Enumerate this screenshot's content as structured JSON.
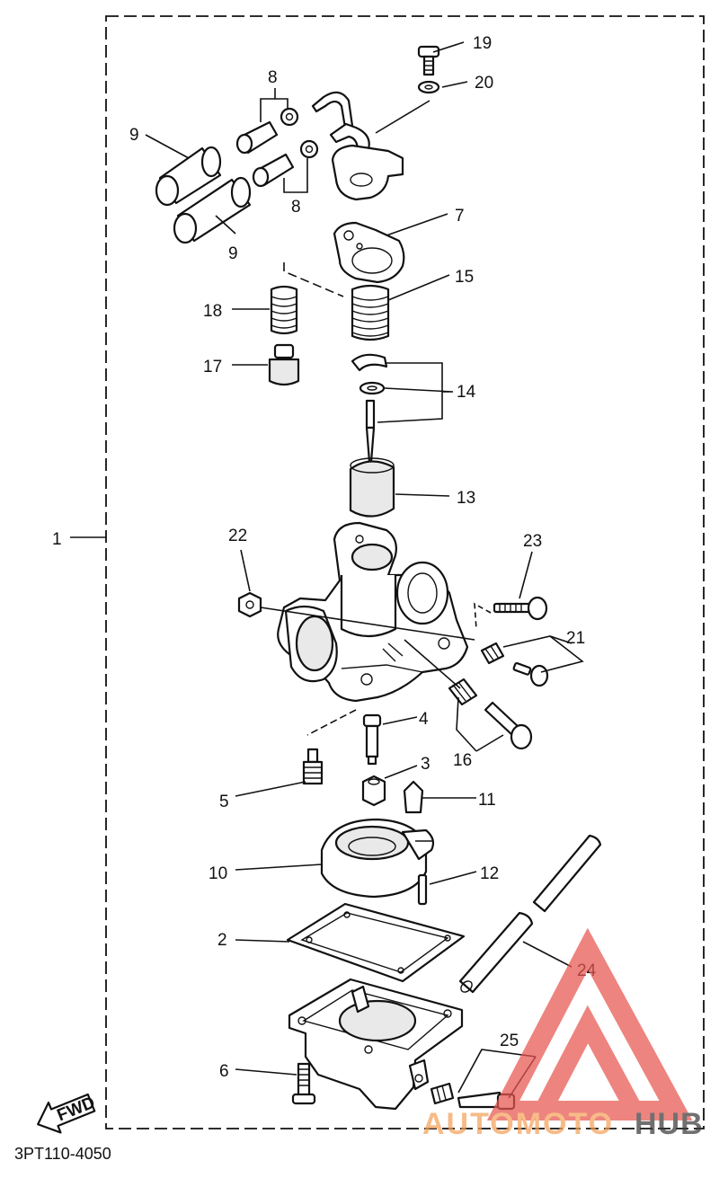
{
  "diagram": {
    "part_code": "3PT110-4050",
    "fwd_label": "FWD",
    "watermark": {
      "text_auto": "AUTOMOTO",
      "text_hub": "HUB",
      "color_red": "#e8564f",
      "color_orange": "#f5a25a",
      "color_gray": "#3a3a3a"
    },
    "callouts": [
      "1",
      "2",
      "3",
      "4",
      "5",
      "6",
      "7",
      "8",
      "9",
      "10",
      "11",
      "12",
      "13",
      "14",
      "15",
      "16",
      "17",
      "18",
      "19",
      "20",
      "21",
      "22",
      "23",
      "24",
      "25"
    ]
  }
}
